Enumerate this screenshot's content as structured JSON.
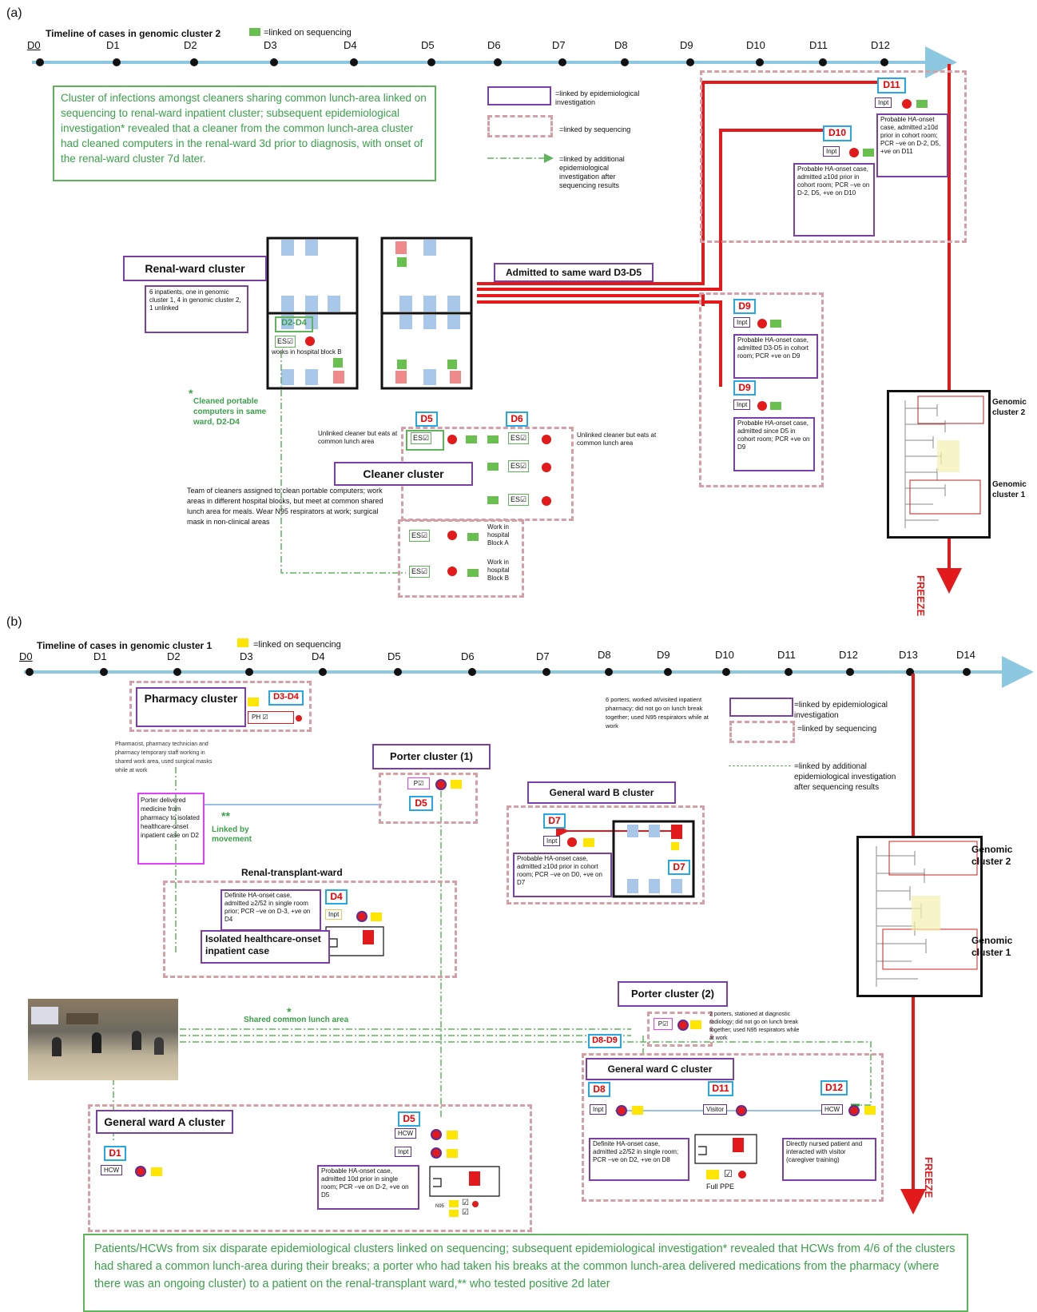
{
  "a": {
    "panel_label": "(a)",
    "title": "Timeline of cases in genomic cluster 2",
    "legend_linked_seq": "=linked on sequencing",
    "days": [
      "D0",
      "D1",
      "D2",
      "D3",
      "D4",
      "D5",
      "D6",
      "D7",
      "D8",
      "D9",
      "D10",
      "D11",
      "D12"
    ],
    "summary": "Cluster of infections amongst cleaners sharing common lunch-area linked on sequencing to renal-ward inpatient cluster; subsequent epidemiological investigation* revealed that a cleaner from the common lunch-area cluster had cleaned computers in the renal-ward 3d prior to diagnosis, with onset of the renal-ward cluster 7d later.",
    "legend_epi": "=linked by epidemiological investigation",
    "legend_seq": "=linked by sequencing",
    "legend_add": "=linked by additional epidemiological investigation after sequencing results",
    "renal_title": "Renal-ward cluster",
    "renal_desc": "6 inpatients, one in genomic cluster 1, 4 in genomic cluster 2, 1 unlinked",
    "d2d4": "D2-D4",
    "works_block_b": "works in hospital block B",
    "cleaned": "Cleaned portable computers in same ward, D2-D4",
    "star": "*",
    "admitted": "Admitted to same ward D3-D5",
    "d11": "D11",
    "d11_desc": "Probable HA-onset case, admitted ≥10d prior in cohort room; PCR –ve on D-2, D5, +ve on D11",
    "d10": "D10",
    "d10_desc": "Probable HA-onset case, admitted ≥10d prior in cohort room; PCR –ve on D-2, D5, +ve on D10",
    "d9": "D9",
    "d9a_desc": "Probable HA-onset case, admitted D3-D5 in cohort room; PCR +ve on D9",
    "d9b_desc": "Probable HA-onset case, admitted since D5 in cohort room; PCR +ve on D9",
    "inpt": "Inpt",
    "es": "ES☑",
    "d5": "D5",
    "d6": "D6",
    "unlinked_left": "Unlinked cleaner but eats at common lunch area",
    "unlinked_right": "Unlinked cleaner but eats at common lunch area",
    "cleaner_title": "Cleaner cluster",
    "cleaner_desc": "Team of cleaners assigned to clean portable computers; work areas in different hospital blocks, but meet at common shared lunch area for meals. Wear N95 respirators at work; surgical mask in non-clinical areas",
    "block_a": "Work in hospital Block A",
    "block_b": "Work in hospital Block B",
    "genomic2": "Genomic cluster 2",
    "genomic1": "Genomic cluster 1",
    "freeze": "FREEZE"
  },
  "b": {
    "panel_label": "(b)",
    "title": "Timeline of cases in genomic cluster 1",
    "legend_linked_seq": "=linked on sequencing",
    "days": [
      "D0",
      "D1",
      "D2",
      "D3",
      "D4",
      "D5",
      "D6",
      "D7",
      "D8",
      "D9",
      "D10",
      "D11",
      "D12",
      "D13",
      "D14"
    ],
    "pharmacy_title": "Pharmacy cluster",
    "d3d4": "D3-D4",
    "ph": "PH ☑",
    "pharmacy_desc": "Pharmacist, pharmacy technician and pharmacy temporary staff working in shared work area, used surgical masks while at work",
    "porter_delivered": "Porter delivered medicine from pharmacy to isolated healthcare-onset inpatient case on D2",
    "linked_movement": "Linked by movement",
    "double_star": "**",
    "porter1_title": "Porter cluster (1)",
    "p_chk": "P☑",
    "d5": "D5",
    "porters_note": "6 porters, worked at/visited inpatient pharmacy; did not go on lunch break together; used N95 respirators while at work",
    "legend_epi": "=linked by epidemiological investigation",
    "legend_seq": "=linked by sequencing",
    "legend_add": "=linked by additional epidemiological investigation after sequencing results",
    "gwb_title": "General ward B cluster",
    "d7": "D7",
    "inpt": "Inpt",
    "gwb_desc": "Probable HA-onset case, admitted ≥10d prior in cohort room; PCR –ve on D0, +ve on D7",
    "renal_tx_title": "Renal-transplant-ward",
    "renal_tx_desc": "Definite HA-onset case, admitted ≥2/52 in single room prior; PCR –ve on D-3, +ve on D4",
    "d4": "D4",
    "isolated": "Isolated healthcare-onset inpatient case",
    "shared_lunch": "Shared common lunch area",
    "star": "*",
    "porter2_title": "Porter cluster (2)",
    "porter2_desc": "2 porters, stationed at diagnostic radiology; did not go on lunch break together; used N95 respirators while at work",
    "d8d9": "D8-D9",
    "gwc_title": "General ward C cluster",
    "d8": "D8",
    "d11": "D11",
    "d12": "D12",
    "visitor": "Visitor",
    "hcw": "HCW",
    "gwc_desc1": "Definite HA-onset case, admitted ≥2/52 in single room; PCR –ve on D2, +ve on D8",
    "gwc_desc2": "Directly nursed patient and interacted with visitor (caregiver training)",
    "full_ppe": "Full PPE",
    "gwa_title": "General ward A cluster",
    "d1": "D1",
    "gwa_desc": "Probable HA-onset case, admitted 10d prior in single room; PCR –ve on D-2, +ve on D5",
    "n95": "N95",
    "genomic2": "Genomic cluster 2",
    "genomic1": "Genomic cluster 1",
    "freeze": "FREEZE",
    "summary": "Patients/HCWs from six disparate epidemiological clusters linked on sequencing; subsequent epidemiological investigation* revealed that HCWs from 4/6 of the clusters had shared a common lunch-area during their breaks; a porter who had taken his breaks at the common lunch-area delivered medications from the pharmacy (where there was an ongoing cluster) to a patient on the renal-transplant ward,** who tested positive 2d later"
  },
  "colors": {
    "timeline": "#8cc8e0",
    "red": "#e31a1c",
    "green": "#5fb35b",
    "purple": "#7b3fa6",
    "pink": "#d4a0a8",
    "yellow": "#ffe600",
    "blue": "#27a8e0"
  }
}
